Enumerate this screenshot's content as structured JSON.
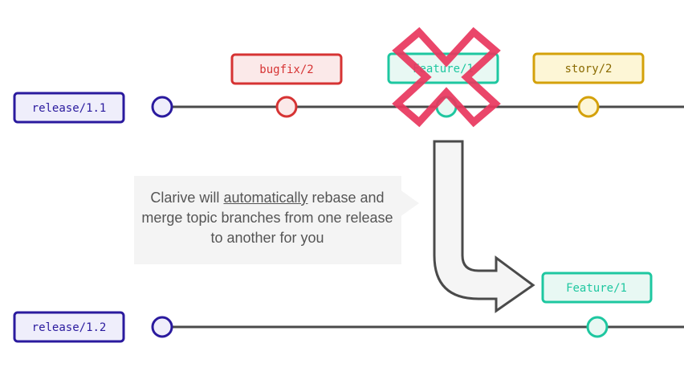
{
  "branches": {
    "release_1": {
      "label": "release/1.1",
      "color": "#2a1a9e",
      "fill": "#efeefb"
    },
    "release_2": {
      "label": "release/1.2",
      "color": "#2a1a9e",
      "fill": "#efeefb"
    }
  },
  "topics": {
    "bugfix": {
      "label": "bugfix/2",
      "color": "#d63333",
      "fill": "#fbe9e9"
    },
    "feature_old": {
      "label": "Feature/1",
      "color": "#1ec7a0",
      "fill": "#e8f8f3",
      "status": "removed"
    },
    "story": {
      "label": "story/2",
      "color": "#d4a10a",
      "fill": "#fdf6d6"
    },
    "feature_new": {
      "label": "Feature/1",
      "color": "#1ec7a0",
      "fill": "#e8f8f3"
    }
  },
  "callout": {
    "before": "Clarive will ",
    "underlined": "automatically",
    "after": " rebase and merge topic branches from one release to another for you"
  },
  "colors": {
    "line": "#4a4a4a",
    "cross": "#e8365d",
    "callout_bg": "#f4f4f4",
    "arrow_fill": "#f5f5f5",
    "arrow_stroke": "#4a4a4a"
  },
  "icons": [
    "cross-icon",
    "arrow-icon"
  ]
}
